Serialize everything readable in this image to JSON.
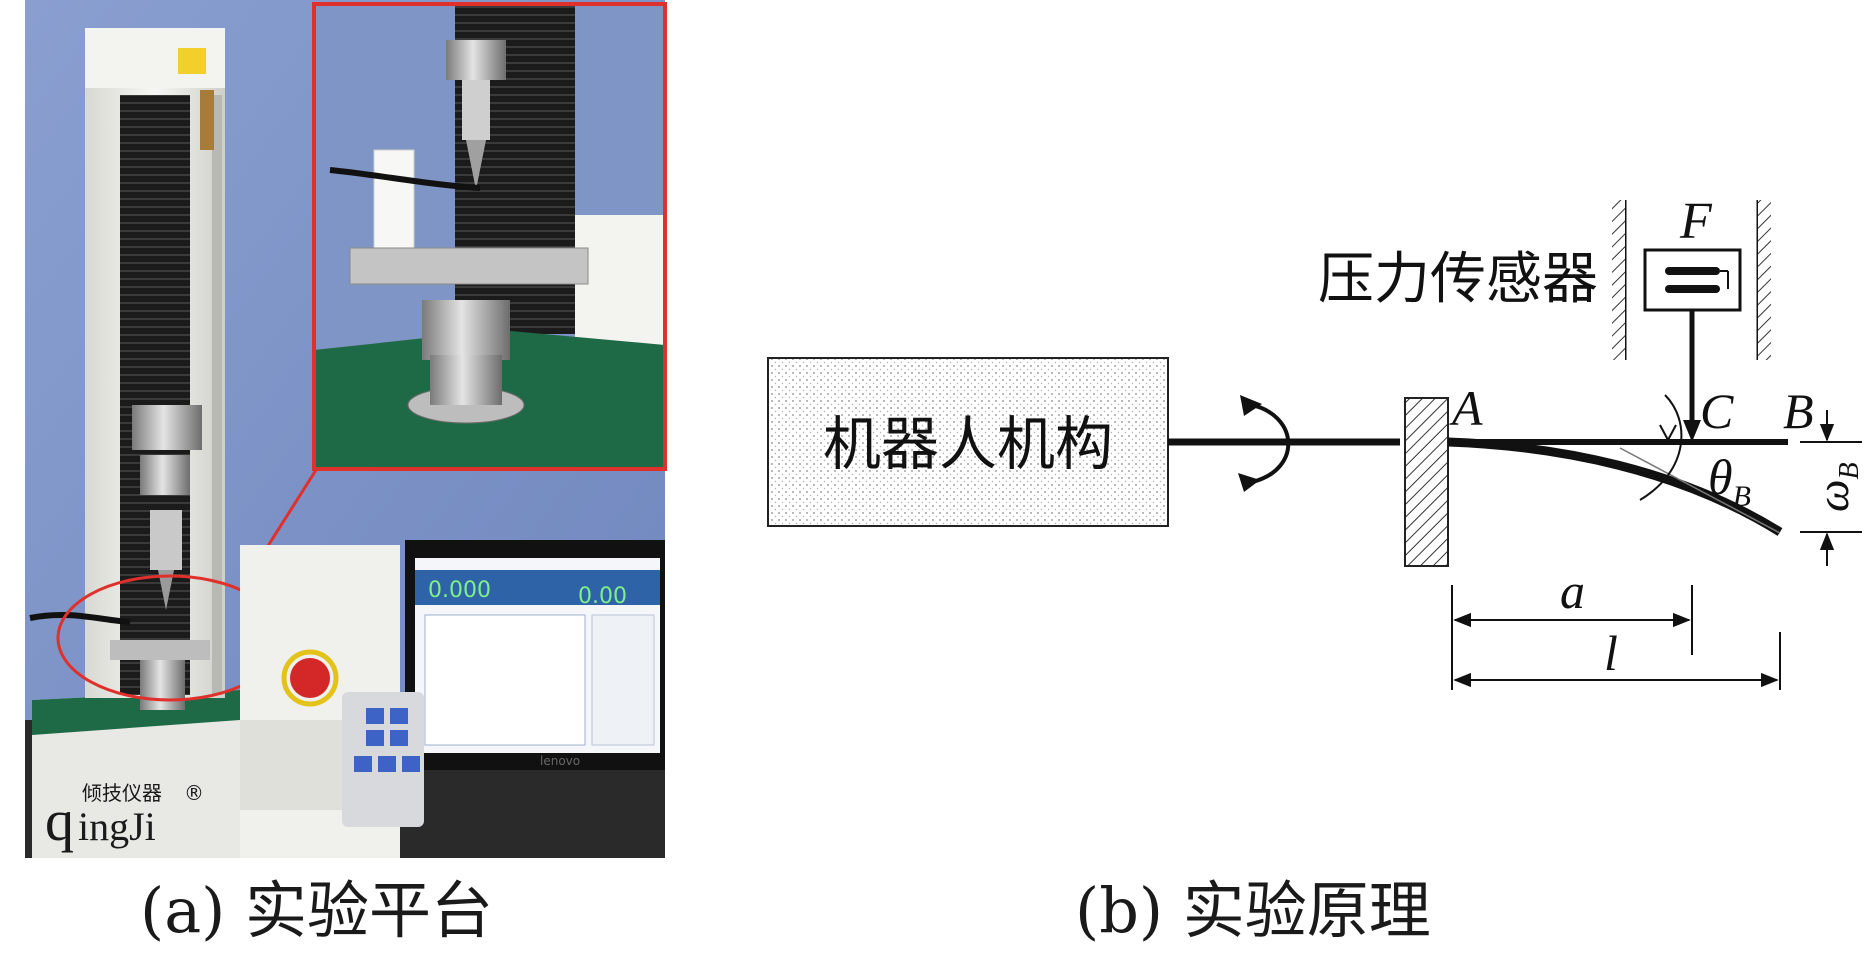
{
  "photo": {
    "brand_mark": "q",
    "brand_name": "ingJi",
    "brand_cn": "倾技仪器",
    "reg_mark": "®",
    "display_left": "0.000",
    "display_right": "0.00",
    "monitor_brand": "lenovo"
  },
  "diagram": {
    "mechanism_label": "机器人机构",
    "sensor_label": "压力传感器",
    "force_label": "F",
    "point_a": "A",
    "point_b": "B",
    "point_c": "C",
    "theta_main": "θ",
    "theta_sub": "B",
    "omega_main": "ω",
    "omega_sub": "B",
    "dim_a": "a",
    "dim_l": "l"
  },
  "captions": {
    "a": "(a) 实验平台",
    "b": "(b) 实验原理"
  },
  "colors": {
    "wall_blue": "#7f95c6",
    "callout_red": "#e0302c",
    "mat_green": "#1f6a46",
    "machine_white": "#f1f1ee",
    "screen_blue": "#2f63a8"
  }
}
